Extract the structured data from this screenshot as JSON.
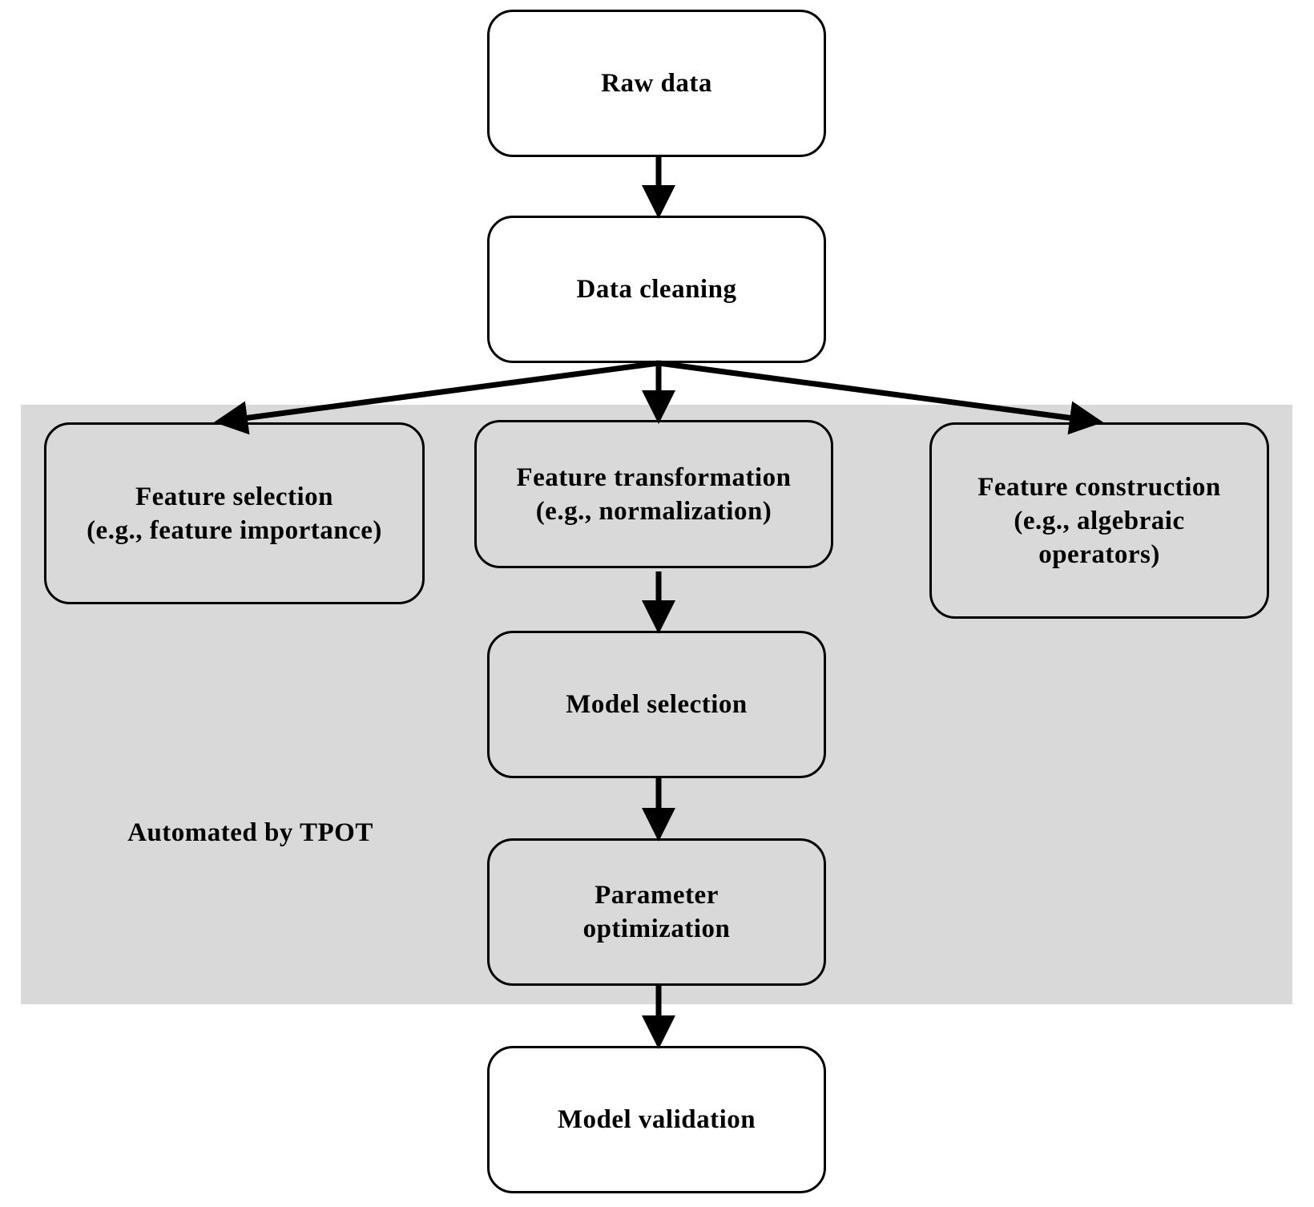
{
  "diagram": {
    "region_label": "Automated by TPOT",
    "colors": {
      "region_fill": "#d9d9d9",
      "node_white": "#ffffff",
      "stroke": "#000000"
    },
    "nodes": {
      "raw_data": {
        "lines": [
          "Raw data"
        ]
      },
      "data_cleaning": {
        "lines": [
          "Data cleaning"
        ]
      },
      "feature_selection": {
        "lines": [
          "Feature selection",
          "(e.g., feature importance)"
        ]
      },
      "feature_transformation": {
        "lines": [
          "Feature transformation",
          "(e.g., normalization)"
        ]
      },
      "feature_construction": {
        "lines": [
          "Feature construction",
          "(e.g., algebraic",
          "operators)"
        ]
      },
      "model_selection": {
        "lines": [
          "Model selection"
        ]
      },
      "parameter_optimization": {
        "lines": [
          "Parameter",
          "optimization"
        ]
      },
      "model_validation": {
        "lines": [
          "Model validation"
        ]
      }
    },
    "edges": [
      {
        "from": "raw_data",
        "to": "data_cleaning"
      },
      {
        "from": "data_cleaning",
        "to": "feature_selection"
      },
      {
        "from": "data_cleaning",
        "to": "feature_transformation"
      },
      {
        "from": "data_cleaning",
        "to": "feature_construction"
      },
      {
        "from": "feature_transformation",
        "to": "model_selection"
      },
      {
        "from": "model_selection",
        "to": "parameter_optimization"
      },
      {
        "from": "parameter_optimization",
        "to": "model_validation"
      }
    ]
  }
}
